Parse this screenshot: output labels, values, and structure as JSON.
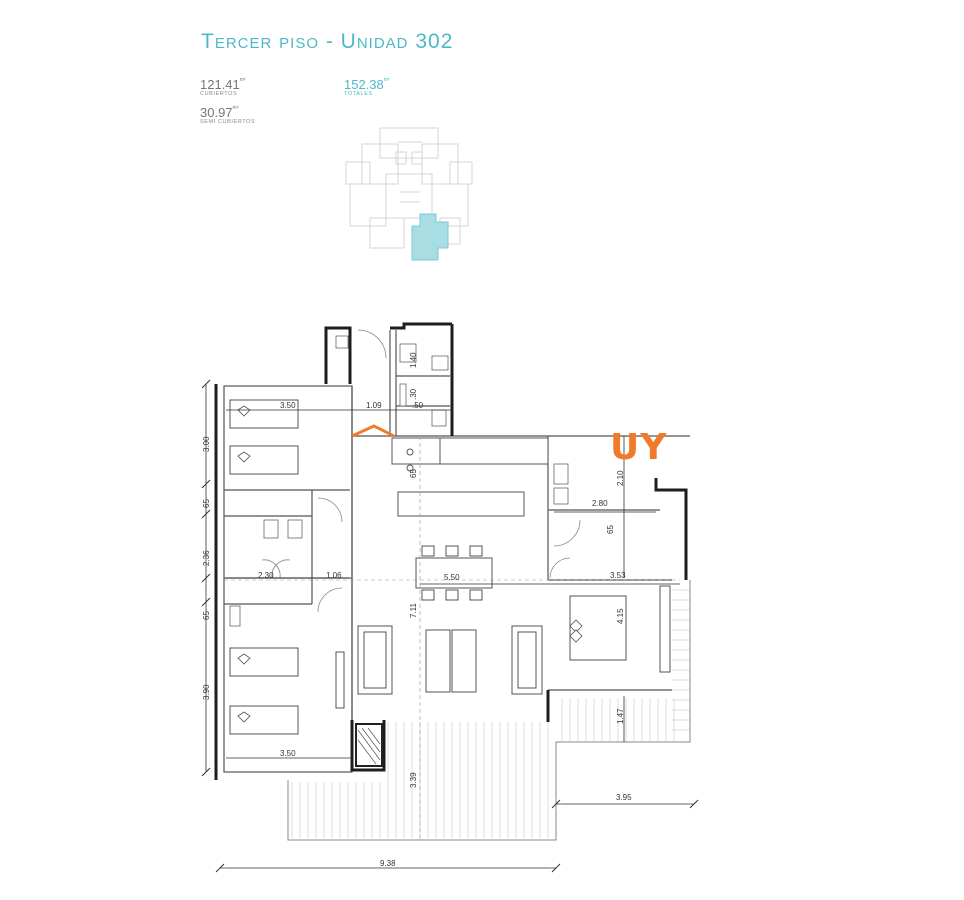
{
  "header": {
    "title": "Tercer piso - Unidad 302"
  },
  "areas": [
    {
      "value": "121.41",
      "unit": "m²",
      "label": "Cubiertos",
      "accent": false
    },
    {
      "value": "152.38",
      "unit": "m²",
      "label": "Totales",
      "accent": true
    },
    {
      "value": "30.97",
      "unit": "m²",
      "label": "Semi cubiertos",
      "accent": false
    }
  ],
  "dimensions": {
    "d_3_50_top": "3.50",
    "d_1_09": "1.09",
    "d_50": ".50",
    "d_1_40": "1.40",
    "d_30": ".30",
    "d_3_00": "3.00",
    "d_65_a": "65",
    "d_2_36": "2.36",
    "d_65_b": "65",
    "d_3_90": "3.90",
    "d_2_30": "2.30",
    "d_1_06": "1.06",
    "d_5_50": "5.50",
    "d_7_11": "7.11",
    "d_65_c": "65",
    "d_2_10": "2.10",
    "d_2_80": "2.80",
    "d_65_d": "65",
    "d_3_53": "3.53",
    "d_4_15": "4.15",
    "d_1_47": "1.47",
    "d_3_50_bottom": "3.50",
    "d_3_39": "3.39",
    "d_3_95": "3.95",
    "d_9_38": "9.38"
  },
  "logo": {
    "text": "UY",
    "color": "#f07a2a"
  },
  "colors": {
    "accent": "#4fb8c7",
    "wall": "#222222",
    "highlight": "#a9dde4"
  }
}
